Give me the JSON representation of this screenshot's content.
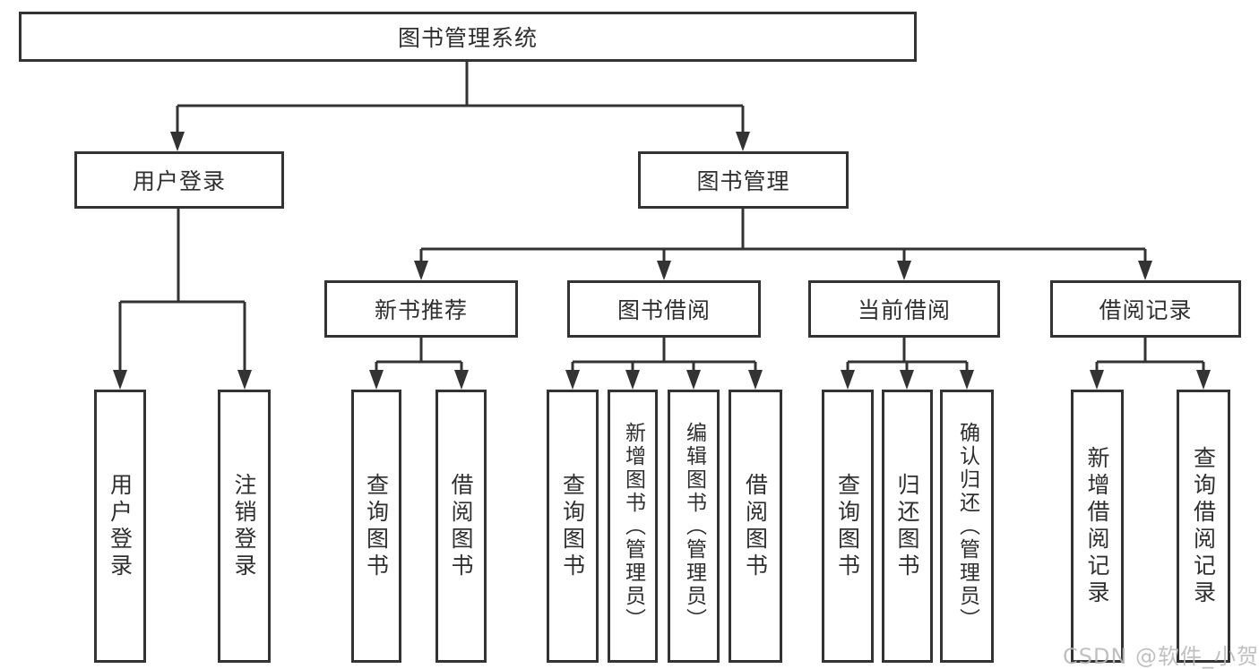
{
  "diagram": {
    "root": {
      "label": "图书管理系统"
    },
    "children": [
      {
        "label": "用户登录",
        "children": [
          {
            "label": "用户登录"
          },
          {
            "label": "注销登录"
          }
        ]
      },
      {
        "label": "图书管理",
        "children": [
          {
            "label": "新书推荐",
            "children": [
              {
                "label": "查询图书"
              },
              {
                "label": "借阅图书"
              }
            ]
          },
          {
            "label": "图书借阅",
            "children": [
              {
                "label": "查询图书"
              },
              {
                "label": "新增图书（管理员）"
              },
              {
                "label": "编辑图书（管理员）"
              },
              {
                "label": "借阅图书"
              }
            ]
          },
          {
            "label": "当前借阅",
            "children": [
              {
                "label": "查询图书"
              },
              {
                "label": "归还图书"
              },
              {
                "label": "确认归还（管理员）"
              }
            ]
          },
          {
            "label": "借阅记录",
            "children": [
              {
                "label": "新增借阅记录"
              },
              {
                "label": "查询借阅记录"
              }
            ]
          }
        ]
      }
    ]
  },
  "watermark": {
    "text": "CSDN @软件_小贺同学"
  },
  "colors": {
    "line": "#333333",
    "text": "#2f2f2f",
    "background": "#ffffff",
    "watermark": "#b9b9b9"
  }
}
